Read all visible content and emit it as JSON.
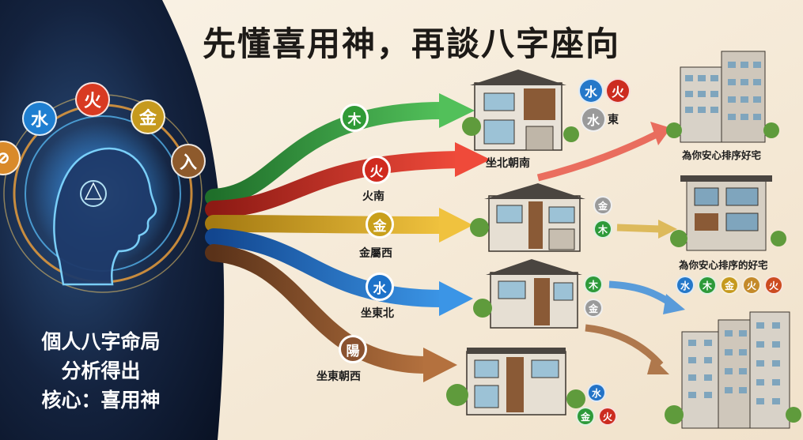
{
  "title": "先懂喜用神，再談八字座向",
  "core_text": [
    "個人八字命局",
    "分析得出",
    "核心：喜用神"
  ],
  "ring_elements": [
    {
      "char": "水",
      "color": "#1f7fd1"
    },
    {
      "char": "火",
      "color": "#d83a22"
    },
    {
      "char": "金",
      "color": "#c69a1e"
    },
    {
      "char": "入",
      "color": "#8e5a2c"
    },
    {
      "char": "⊘",
      "color": "#d98a2a"
    }
  ],
  "streams": [
    {
      "badge": "木",
      "color": "#2f9a36",
      "label": ""
    },
    {
      "badge": "火",
      "color": "#d02a1e",
      "label": "火南"
    },
    {
      "badge": "金",
      "color": "#c9a01c",
      "label": "金屬西"
    },
    {
      "badge": "水",
      "color": "#1d72c9",
      "label": "坐東北"
    },
    {
      "badge": "陽",
      "color": "#8a5230",
      "label": "坐東朝西"
    }
  ],
  "house_labels": {
    "house1": "坐北朝南",
    "house1_tag": "東"
  },
  "tower_labels": {
    "tower1": "為你安心排序好宅",
    "tower2": "為你安心排序的好宅"
  },
  "house_badges": {
    "house1": [
      {
        "char": "水",
        "color": "#2578c9"
      },
      {
        "char": "火",
        "color": "#cc2c20"
      },
      {
        "char": "水",
        "color": "#9a9a9a"
      }
    ],
    "house2": [
      {
        "char": "金",
        "color": "#9a9a9a"
      },
      {
        "char": "木",
        "color": "#2e9a3a"
      }
    ],
    "house3": [
      {
        "char": "木",
        "color": "#2e9a3a"
      },
      {
        "char": "金",
        "color": "#9a9a9a"
      }
    ],
    "house4": [
      {
        "char": "水",
        "color": "#2373c7"
      },
      {
        "char": "金",
        "color": "#2e9a3a"
      },
      {
        "char": "火",
        "color": "#cc2c20"
      }
    ]
  },
  "tower2_badges": [
    {
      "char": "水",
      "color": "#2578c9"
    },
    {
      "char": "木",
      "color": "#2e9a3a"
    },
    {
      "char": "金",
      "color": "#c69a1e"
    },
    {
      "char": "火",
      "color": "#c48a2a"
    },
    {
      "char": "火",
      "color": "#cc4b20"
    }
  ]
}
